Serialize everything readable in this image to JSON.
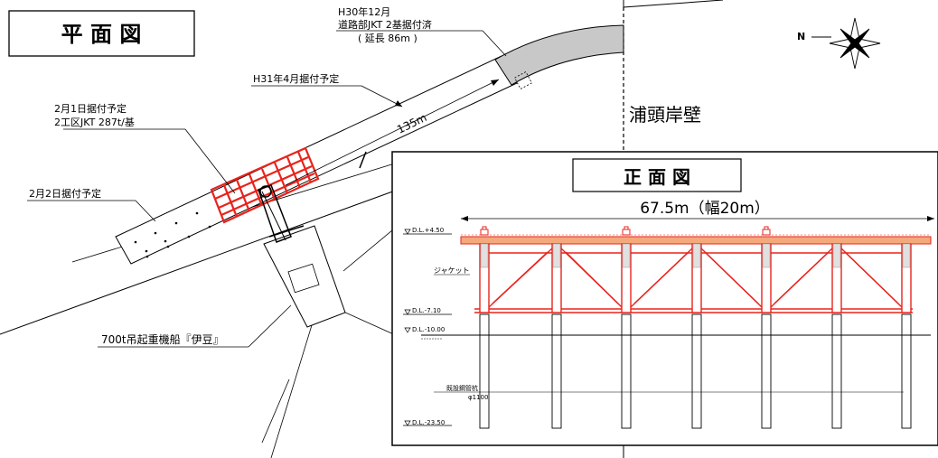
{
  "plan": {
    "title": "平 面 図",
    "road_section_note": [
      "H30年12月",
      "道路部JKT 2基据付済",
      "( 延長 86m )"
    ],
    "schedule_april": "H31年4月据付予定",
    "distance": "135m",
    "feb1": [
      "2月1日据付予定",
      "2工区JKT 287t/基"
    ],
    "feb2": "2月2日据付予定",
    "crane_ship": "700t吊起重機船『伊豆』",
    "quay": "浦頭岸壁",
    "north": "N"
  },
  "elevation": {
    "title": "正 面 図",
    "span": "67.5m（幅20m）",
    "levels": [
      "D.L.+4.50",
      "D.L.-7.10",
      "D.L.-10.00",
      "D.L.-23.50"
    ],
    "jacket": "ジャケット",
    "pile": [
      "既設鋼管杭",
      "φ1100"
    ]
  },
  "colors": {
    "structure": "#e8231c",
    "deck": "#f5a97a",
    "barge": "#cccccc"
  }
}
